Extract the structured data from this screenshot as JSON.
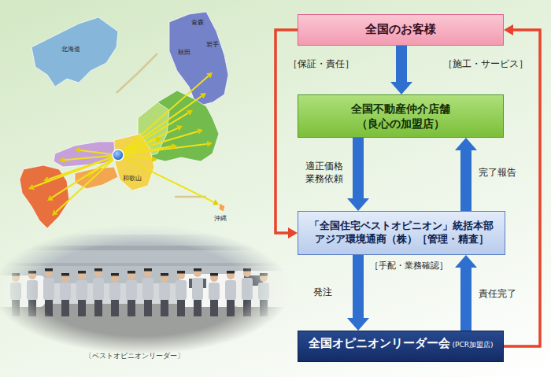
{
  "diagram": {
    "nodes": [
      {
        "text": [
          "全国のお客様"
        ]
      },
      {
        "text": [
          "全国不動産仲介店舗 （良心の加盟店）"
        ]
      },
      {
        "text": [
          "「全国住宅ベストオピニオン」統括本部 アジア環境通商（株）［管理・精査］"
        ]
      },
      {
        "text": [
          "全国オピニオンリーダー会",
          "(PCR加盟店)"
        ]
      }
    ],
    "edges": [
      {
        "from": 0,
        "to": 1,
        "arrow": "to"
      },
      {
        "from": 0,
        "to": 2,
        "label": "［保証・責任］",
        "arrow": "to"
      },
      {
        "from": 1,
        "to": 2,
        "label": "適正価格 業務依頼",
        "arrow": "to"
      },
      {
        "from": 2,
        "to": 1,
        "label": "完了報告",
        "arrow": "to"
      },
      {
        "from": 2,
        "to": 3,
        "label": "発注",
        "arrow": "to"
      },
      {
        "from": 3,
        "to": 2,
        "label": "責任完了",
        "arrow": "to"
      },
      {
        "from": 3,
        "to": 0,
        "label": "［施工・サービス］",
        "arrow": "to"
      }
    ],
    "labels": [
      "［手配・業務確認］",
      "〔ベストオピニオンリーダー〕",
      "北海道",
      "青森",
      "秋田",
      "岩手",
      "和歌山",
      "沖縄"
    ]
  }
}
